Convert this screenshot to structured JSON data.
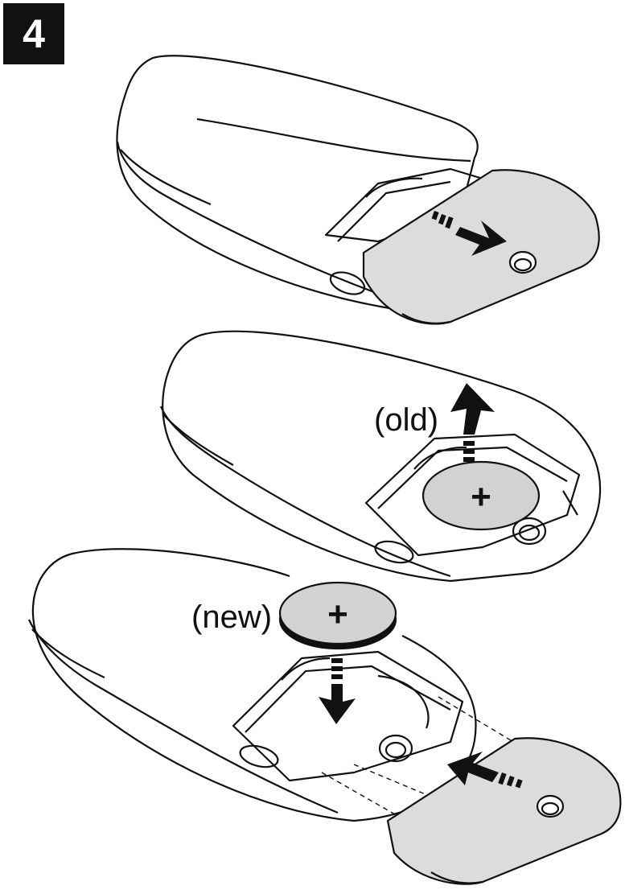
{
  "step": {
    "number": "4"
  },
  "labels": {
    "old_battery": "(old)",
    "new_battery": "(new)"
  },
  "battery": {
    "polarity_symbol": "+"
  },
  "colors": {
    "outline": "#111111",
    "body_fill": "#ffffff",
    "cover_fill": "#dcdcdc",
    "battery_fill": "#d2d2d2",
    "badge_fill": "#111111"
  }
}
